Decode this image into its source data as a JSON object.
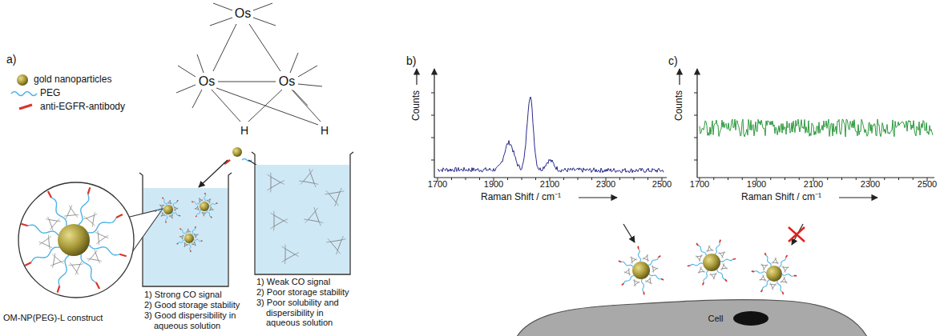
{
  "diagram": {
    "labels": [
      "a)",
      "Os",
      "Os",
      "Os",
      "H",
      "H",
      "OM-NP(PEG)-L construct",
      "1) Strong CO signal",
      "2) Good storage stability",
      "3) Good dispersibility in aqueous solution",
      "1) Weak CO signal",
      "2) Poor storage stability",
      "3) Poor solubility and dispersibility in aqueous solution",
      "b)",
      "Counts",
      "1700",
      "1900",
      "2100",
      "2300",
      "2500",
      "Raman Shift / cm⁻¹",
      "c)",
      "Counts",
      "1700",
      "1900",
      "2100",
      "2300",
      "2500",
      "Raman Shift / cm⁻¹",
      "Cell"
    ],
    "legend": [
      {
        "text": "gold nanoparticles"
      },
      {
        "text": "PEG"
      },
      {
        "text": "anti-EGFR-antibody"
      }
    ]
  }
}
